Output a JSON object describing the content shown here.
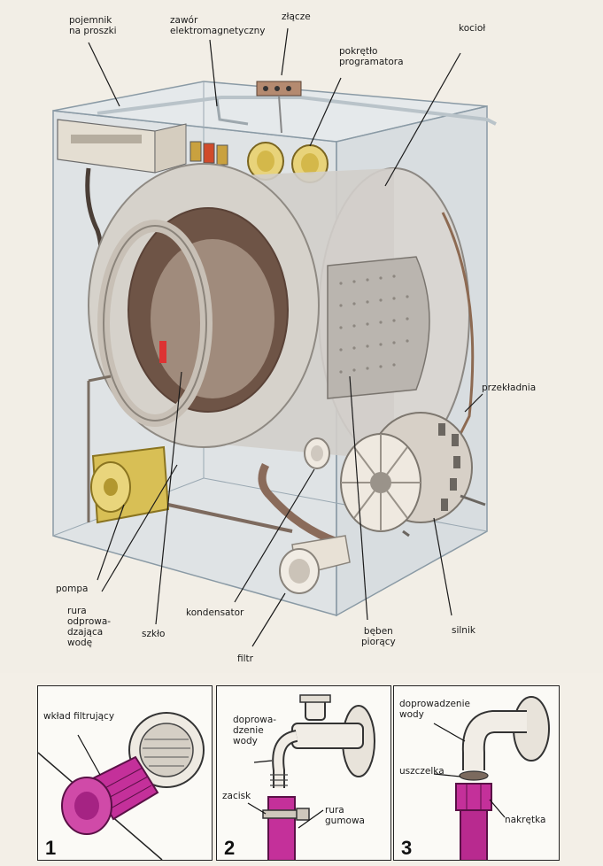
{
  "main_diagram": {
    "labels": {
      "detergent_drawer": "pojemnik\nna proszki",
      "solenoid_valve": "zawór\nelektromagnetyczny",
      "connector": "złącze",
      "programmer_knob": "pokrętło\nprogramatora",
      "tub": "kocioł",
      "transmission": "przekładnia",
      "pump": "pompa",
      "drain_pipe": "rura\nodprowa-\ndzająca\nwodę",
      "glass": "szkło",
      "capacitor": "kondensator",
      "filter": "filtr",
      "drum": "bęben\npiorący",
      "motor": "silnik"
    }
  },
  "panels": [
    {
      "number": "1",
      "labels": {
        "filter_insert": "wkład filtrujący"
      }
    },
    {
      "number": "2",
      "labels": {
        "water_inlet": "doprowa-\ndzenie\nwody",
        "clamp": "zacisk",
        "rubber_hose": "rura\ngumowa"
      }
    },
    {
      "number": "3",
      "labels": {
        "water_inlet": "doprowadzenie\nwody",
        "gasket": "uszczelka",
        "nut": "nakrętka"
      }
    }
  ],
  "colors": {
    "cabinet": "#c9d6e0",
    "drum": "#c7c3bd",
    "brass": "#d4b84a",
    "magenta": "#c4309a",
    "leader": "#1a1a1a"
  }
}
